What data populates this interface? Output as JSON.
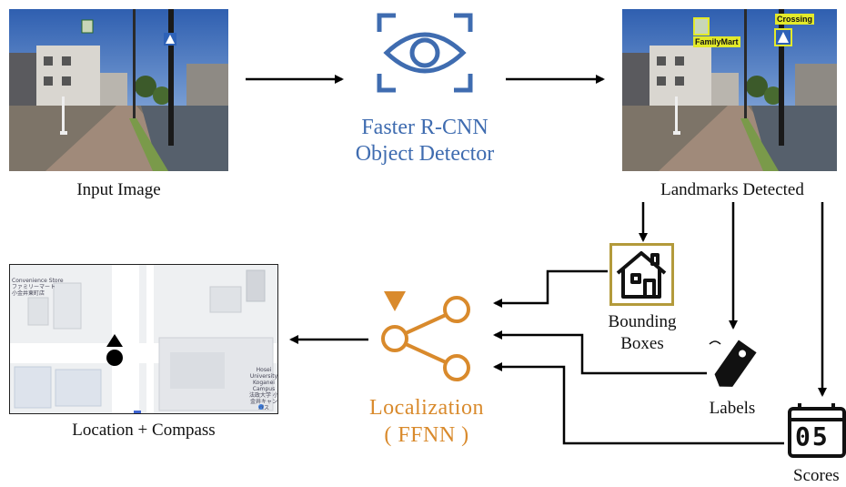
{
  "input": {
    "caption": "Input Image"
  },
  "detector": {
    "line1": "Faster R-CNN",
    "line2": "Object Detector",
    "icon": "eye-scan-icon",
    "color": "#3f6cb0"
  },
  "detected": {
    "caption": "Landmarks Detected",
    "labels": [
      "FamilyMart",
      "Crossing"
    ],
    "box_color": "#e3ea2a"
  },
  "features": {
    "bounding_boxes": {
      "line1": "Bounding",
      "line2": "Boxes",
      "icon": "house-icon"
    },
    "labels": {
      "text": "Labels",
      "icon": "tag-icon"
    },
    "scores": {
      "text": "Scores",
      "icon": "scoreboard-icon",
      "glyph": "05"
    }
  },
  "localization": {
    "line1": "Localization",
    "line2": "( FFNN )",
    "icon": "share-network-icon",
    "color": "#d98a2c"
  },
  "output": {
    "caption": "Location + Compass",
    "map_labels": {
      "store": "Convenience Store",
      "store_jp1": "ファミリーマート",
      "store_jp2": "小金井東町店",
      "campus": "Hosei University Koganei Campus",
      "campus_jp": "法政大学 小金井キャンパス"
    },
    "marker": "location-compass-icon"
  }
}
